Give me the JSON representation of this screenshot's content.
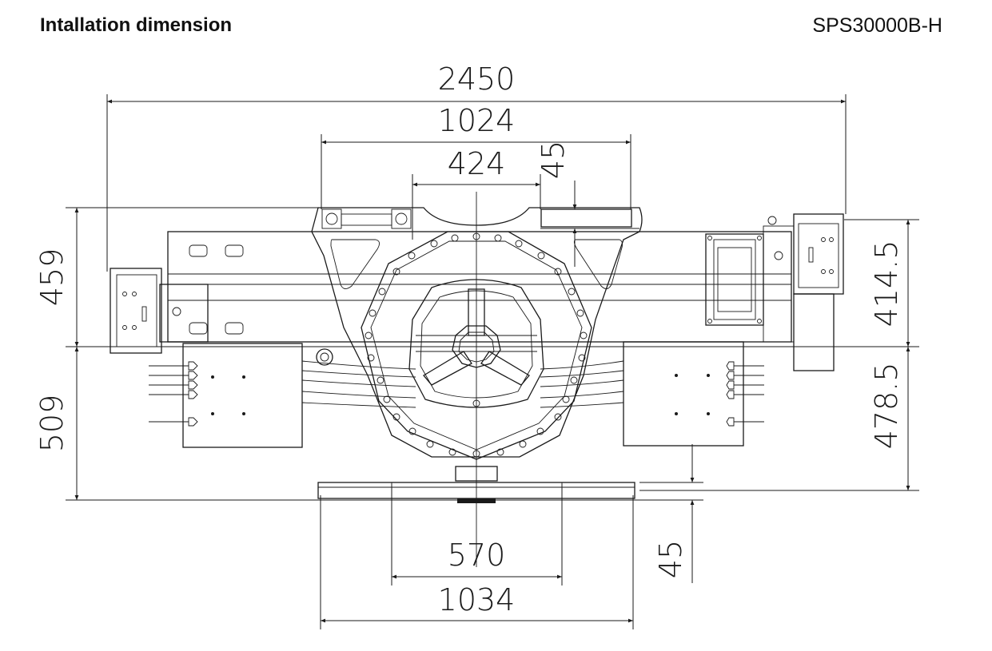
{
  "header": {
    "title": "Intallation dimension",
    "model": "SPS30000B-H"
  },
  "dimensions": {
    "overall_width": "2450",
    "frame_width": "1024",
    "inner_width": "424",
    "top_offset": "45",
    "left_upper_height": "459",
    "left_lower_height": "509",
    "right_upper_height": "414.5",
    "right_lower_height": "478.5",
    "base_inner_width": "570",
    "base_outer_width": "1034",
    "base_offset": "45"
  },
  "colors": {
    "line": "#1a1a1a",
    "background": "#ffffff"
  }
}
